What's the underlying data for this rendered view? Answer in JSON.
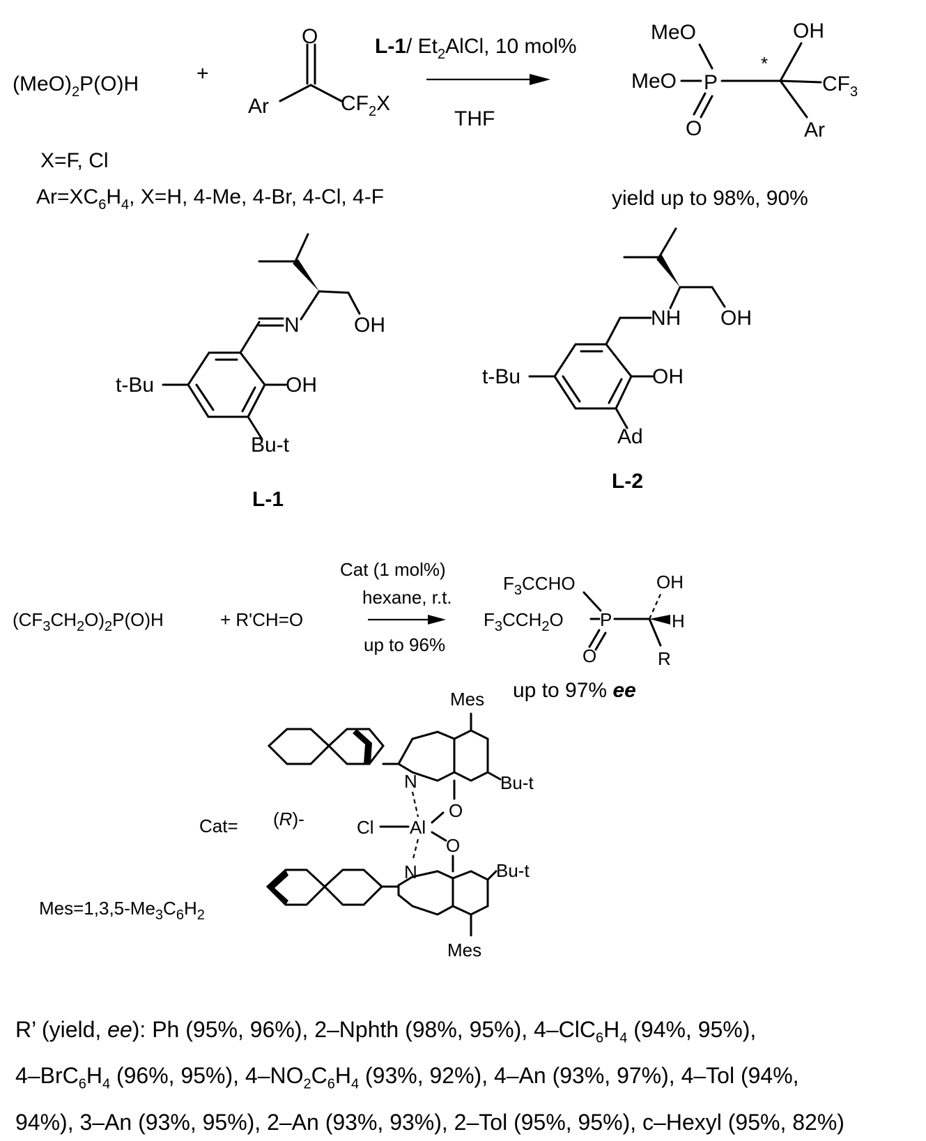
{
  "scheme1": {
    "reagent_phosphite": [
      "(MeO)",
      "2",
      "P(O)H"
    ],
    "plus": "+",
    "ketone_o": "O",
    "ketone_ar": "Ar",
    "ketone_cf2x": [
      "CF",
      "2",
      "X"
    ],
    "conditions_top": [
      "L-1",
      "/ Et",
      "2",
      "AlCl, 10 mol%"
    ],
    "conditions_bottom": "THF",
    "x_def": "X=F,  Cl",
    "ar_def": [
      "Ar=XC",
      "6",
      "H",
      "4",
      ", X=H, 4-Me, 4-Br, 4-Cl, 4-F"
    ],
    "product": {
      "meo_top": "MeO",
      "meo_left": "MeO",
      "p": "P",
      "o": "O",
      "oh": "OH",
      "cf3": [
        "CF",
        "3"
      ],
      "ar": "Ar",
      "star": "*"
    },
    "yield": "yield up to 98%, 90%"
  },
  "ligands": {
    "l1": {
      "n": "N",
      "oh_chain": "OH",
      "oh_ring": "OH",
      "tbu": "t-Bu",
      "but": "Bu-t",
      "label": "L-1"
    },
    "l2": {
      "nh": "NH",
      "oh_chain": "OH",
      "oh_ring": "OH",
      "tbu": "t-Bu",
      "ad": "Ad",
      "label": "L-2"
    }
  },
  "scheme2": {
    "reagent_phosphite": [
      "(CF",
      "3",
      "CH",
      "2",
      "O)",
      "2",
      "P(O)H"
    ],
    "aldehyde": "+ R'CH=O",
    "cond_1": "Cat (1 mol%)",
    "cond_2": "hexane, r.t.",
    "cond_3": "up to 96%",
    "product": {
      "top_group": [
        "F",
        "3",
        "CCHO"
      ],
      "left_group": [
        "F",
        "3",
        "CCH",
        "2",
        "O"
      ],
      "p": "P",
      "o": "O",
      "oh": "OH",
      "h": "H",
      "r": "R"
    },
    "ee": [
      "up to 97% ",
      "ee"
    ]
  },
  "catalyst": {
    "cat_label": "Cat=",
    "config": [
      "(",
      "R",
      ")-"
    ],
    "mes_top": "Mes",
    "mes_bottom": "Mes",
    "but_top": "Bu-t",
    "but_bottom": "Bu-t",
    "n_top": "N",
    "n_bottom": "N",
    "o_top": "O",
    "o_bottom": "O",
    "al": "Al",
    "cl": "Cl",
    "mes_def": [
      "Mes=1,3,5-Me",
      "3",
      "C",
      "6",
      "H",
      "2"
    ]
  },
  "footer": {
    "line1_prefix": "R’ (yield, ",
    "line1_ee": "ee",
    "line1_rest": "): Ph (95%, 96%), 2–Nphth (98%, 95%), 4–ClC",
    "line1_sub1": "6",
    "line1_mid": "H",
    "line1_sub2": "4",
    "line1_end": " (94%, 95%),",
    "line2_a": "4–BrC",
    "line2_s1": "6",
    "line2_b": "H",
    "line2_s2": "4",
    "line2_c": " (96%, 95%), 4–NO",
    "line2_s3": "2",
    "line2_d": "C",
    "line2_s4": "6",
    "line2_e": "H",
    "line2_s5": "4",
    "line2_f": " (93%, 92%), 4–An (93%, 97%), 4–Tol (94%,",
    "line3": "94%), 3–An (93%, 95%), 2–An (93%, 93%), 2–Tol (95%, 95%), c–Hexyl (95%, 82%)"
  }
}
